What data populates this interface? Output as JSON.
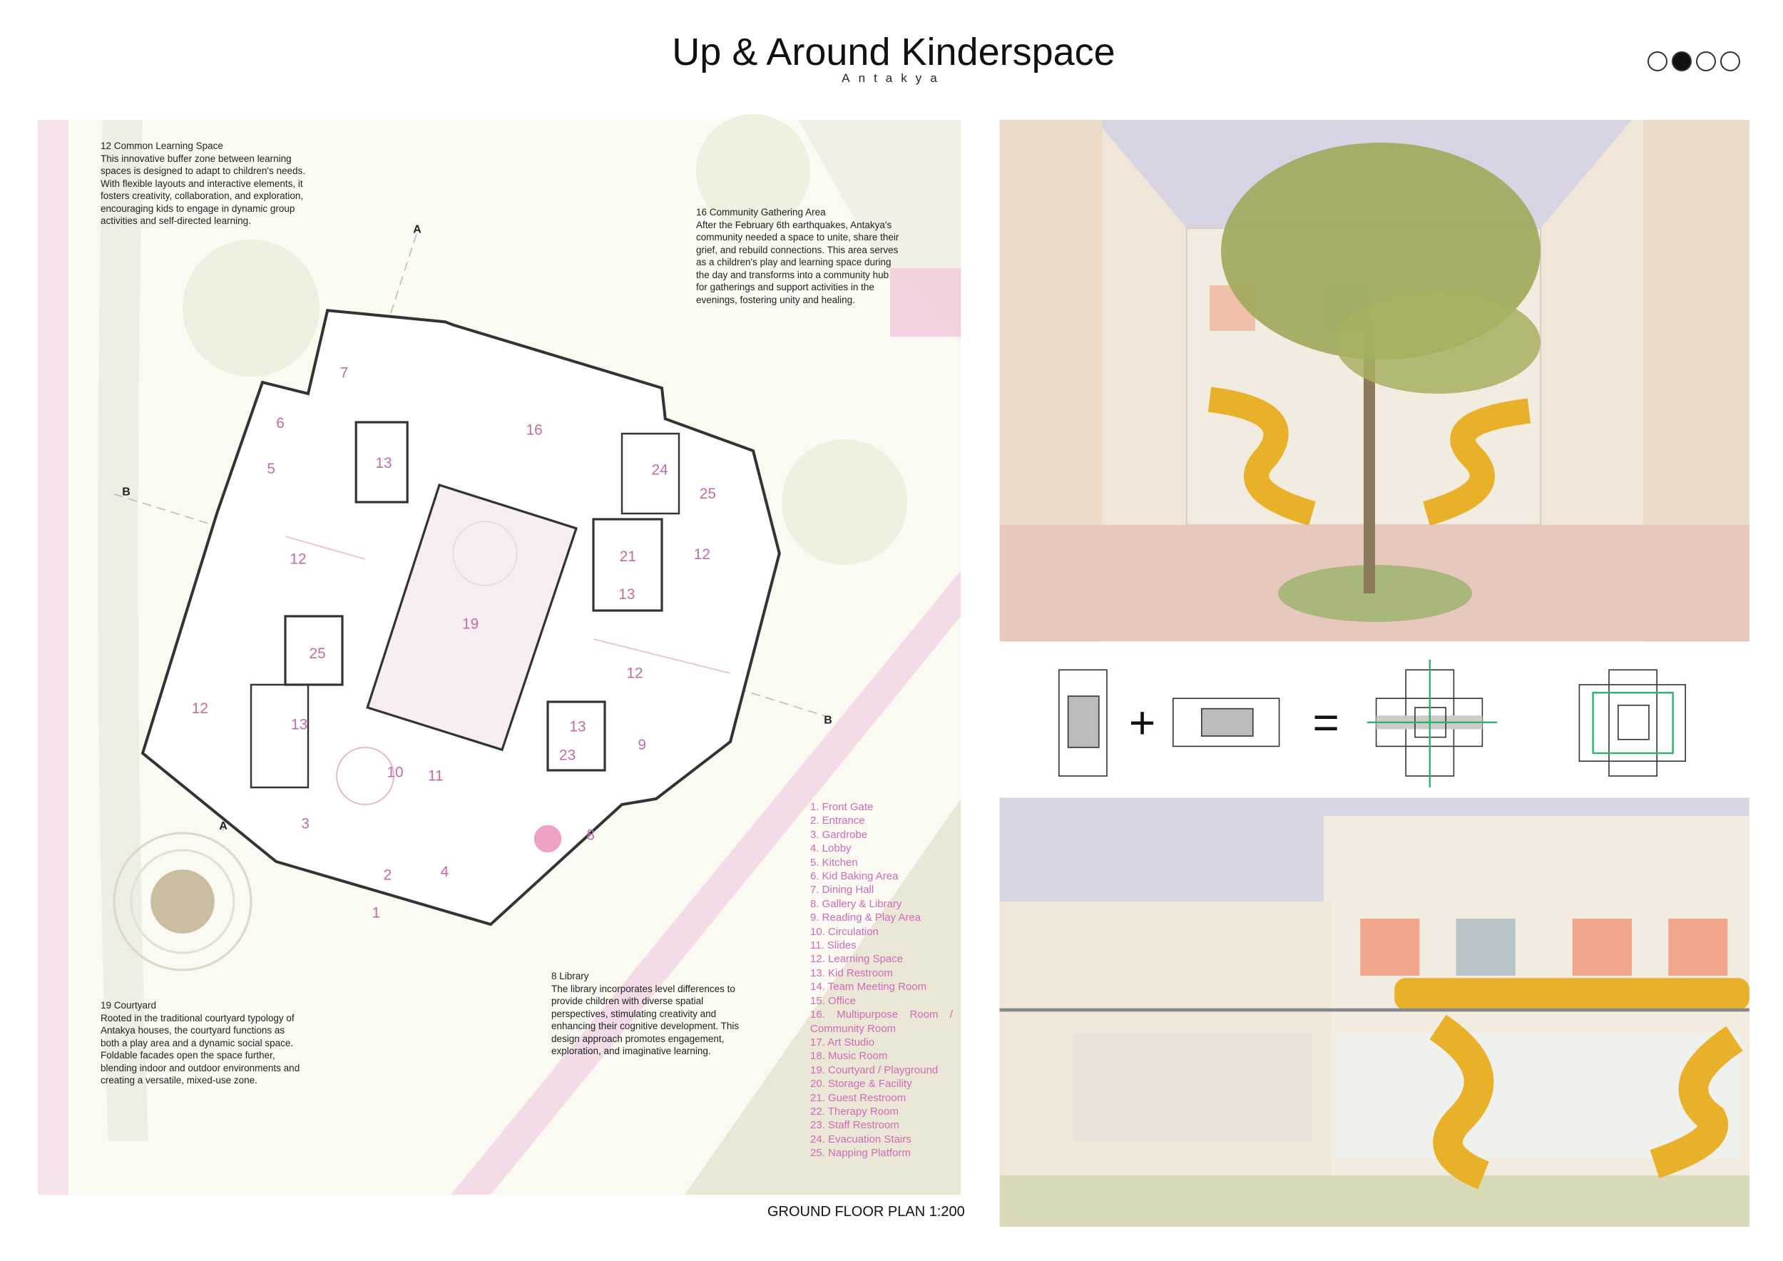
{
  "header": {
    "title": "Up & Around Kinderspace",
    "subtitle": "Antakya"
  },
  "pager": {
    "pages": 4,
    "active": 2
  },
  "notes": {
    "learning": {
      "heading": "12 Common Learning Space",
      "body": "This innovative buffer zone between learning spaces is designed to adapt to children's needs. With flexible layouts and interactive elements, it fosters creativity, collaboration, and exploration, encouraging kids to engage in dynamic group activities and self-directed learning."
    },
    "community": {
      "heading": "16 Community Gathering Area",
      "body": "After the February 6th earthquakes, Antakya's community needed a space to unite, share their grief, and rebuild connections. This area serves as a children's play and learning space during the day and transforms into a community hub for gatherings and support activities in the evenings, fostering unity and healing."
    },
    "courtyard": {
      "heading": "19 Courtyard",
      "body": "Rooted in the traditional courtyard typology of Antakya houses, the courtyard functions as both a play area and a dynamic social space. Foldable facades open the space further, blending indoor and outdoor environments and creating a versatile, mixed-use zone."
    },
    "library": {
      "heading": "8 Library",
      "body": "The library incorporates level differences to provide children with diverse spatial perspectives, stimulating creativity and enhancing their cognitive development. This design approach promotes engagement, exploration, and imaginative learning."
    }
  },
  "legend": [
    "1. Front Gate",
    "2. Entrance",
    "3. Gardrobe",
    "4. Lobby",
    "5. Kitchen",
    "6. Kid Baking Area",
    "7. Dining Hall",
    "8. Gallery & Library",
    "9. Reading & Play Area",
    "10. Circulation",
    "11. Slides",
    "12. Learning Space",
    "13. Kid Restroom",
    "14. Team Meeting Room",
    "15. Office",
    "16. Multipurpose Room / Community Room",
    "17. Art Studio",
    "18. Music Room",
    "19. Courtyard / Playground",
    "20. Storage & Facility",
    "21. Guest Restroom",
    "22. Therapy Room",
    "23. Staff Restroom",
    "24. Evacuation Stairs",
    "25. Napping Platform"
  ],
  "plan": {
    "caption": "GROUND FLOOR PLAN 1:200",
    "section_marks": {
      "a": "A",
      "b": "B"
    },
    "rooms": [
      "7",
      "6",
      "5",
      "13",
      "16",
      "24",
      "25",
      "12",
      "21",
      "12",
      "13",
      "19",
      "25",
      "12",
      "12",
      "13",
      "13",
      "23",
      "9",
      "10",
      "11",
      "3",
      "8",
      "2",
      "4",
      "1"
    ]
  },
  "diagram": {
    "plus": "+",
    "equals": "="
  },
  "colors": {
    "accent_pink": "#d06cb5",
    "slide_yellow": "#e9b02a",
    "arrow_green": "#2fb36b",
    "sky": "#d9d4e4"
  }
}
